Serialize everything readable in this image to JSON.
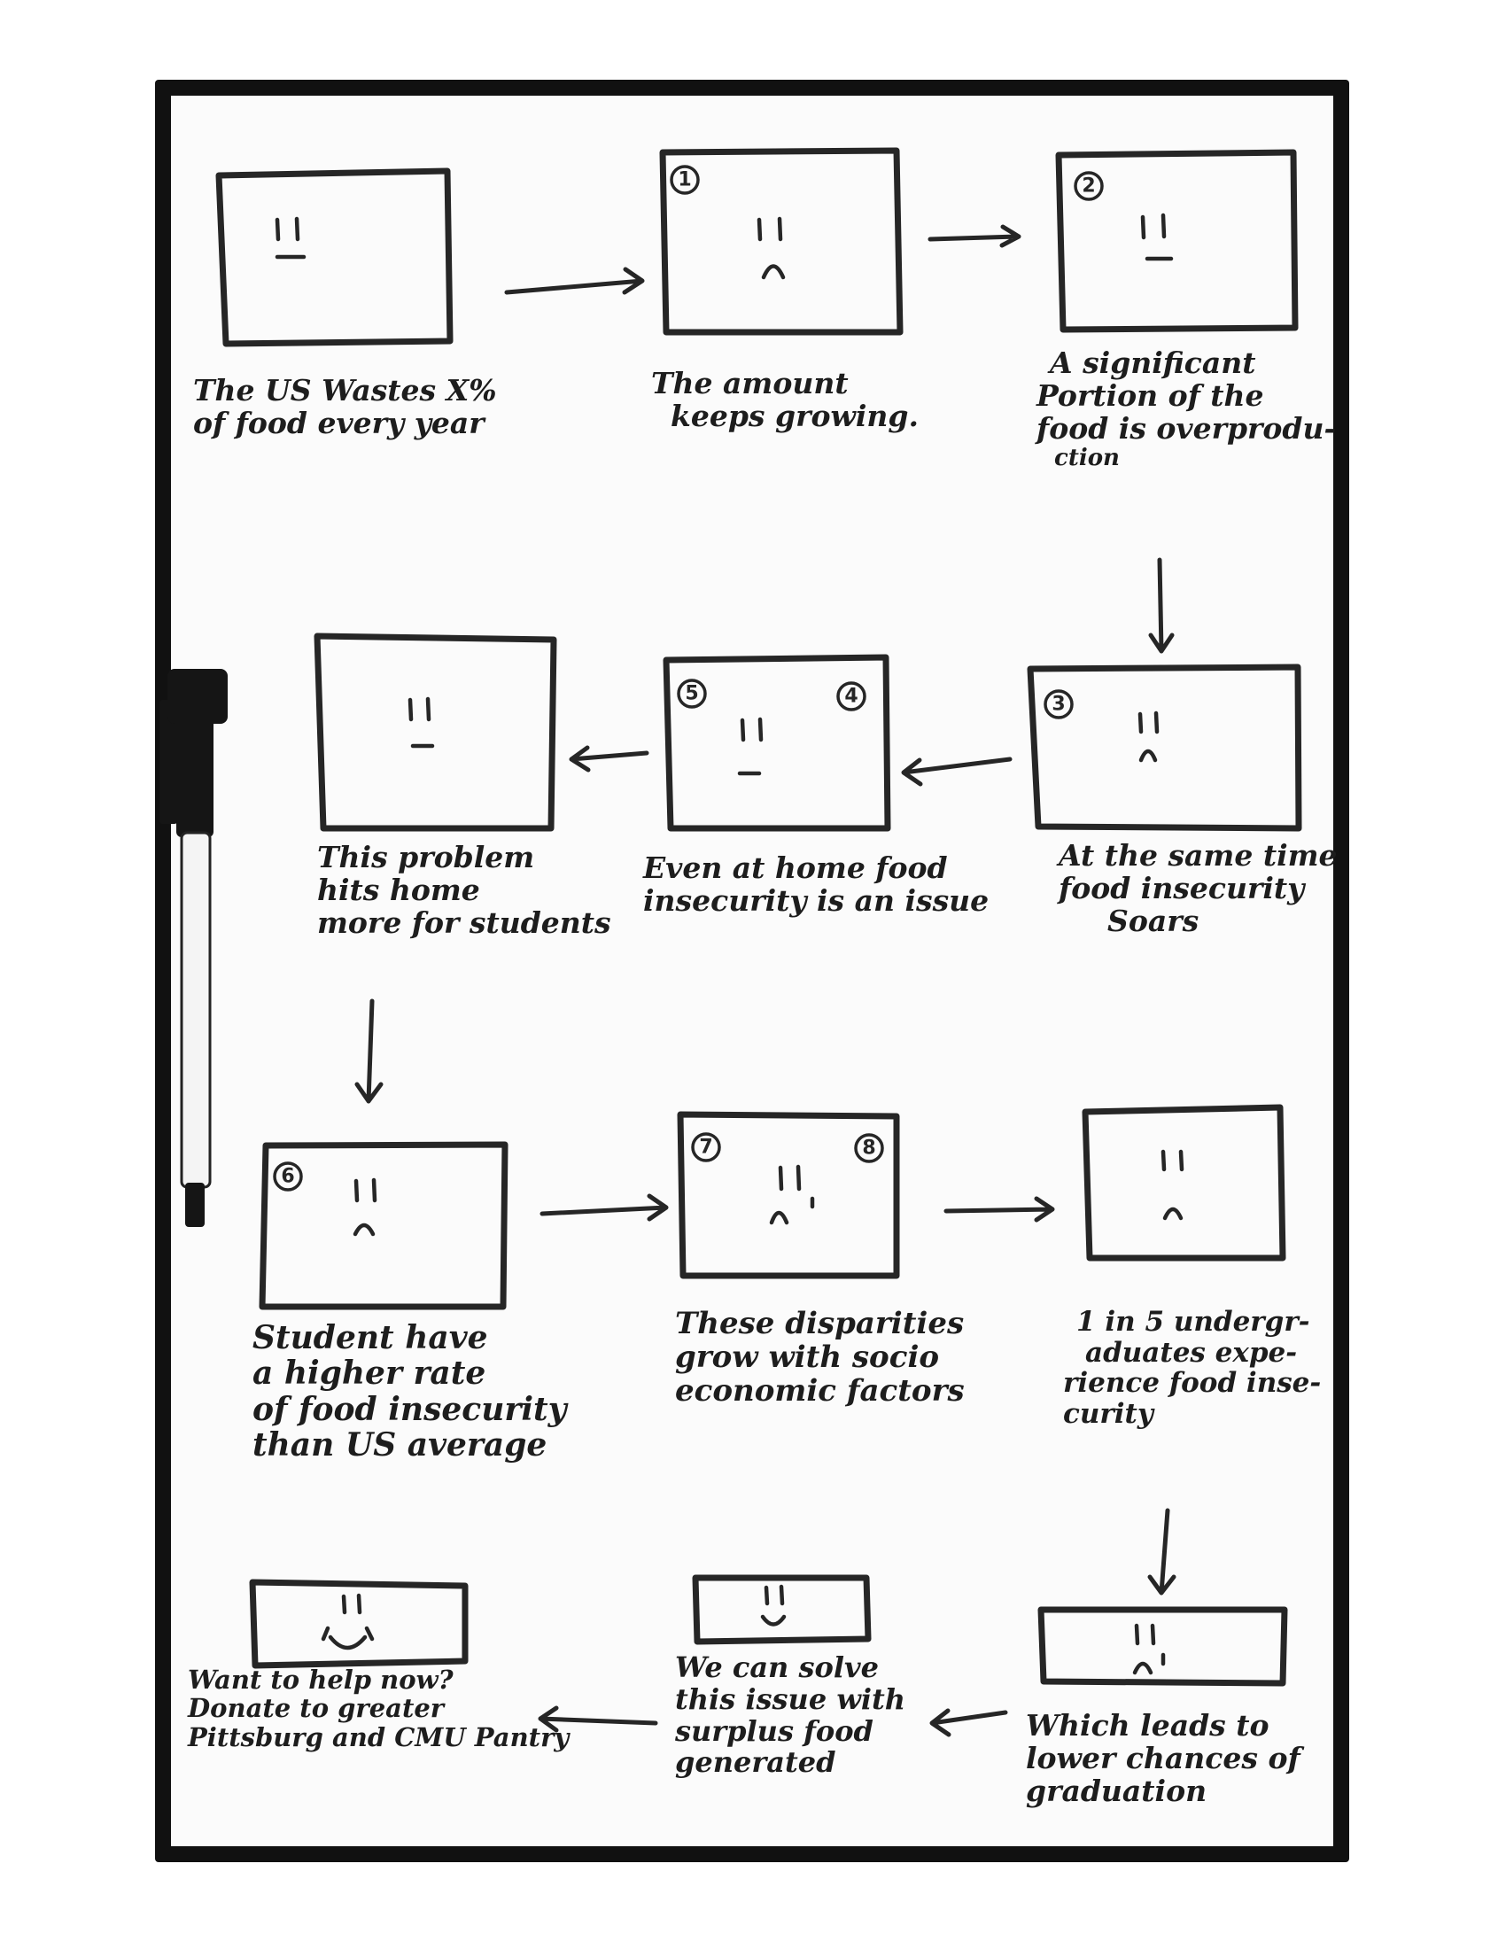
{
  "panels": [
    {
      "id": "p1",
      "badges": [],
      "face": "neutral",
      "caption": [
        "The US Wastes X%",
        "of food every year"
      ]
    },
    {
      "id": "p2",
      "badges": [
        "1"
      ],
      "face": "sad",
      "caption": [
        "The amount",
        "keeps growing."
      ]
    },
    {
      "id": "p3",
      "badges": [
        "2"
      ],
      "face": "neutral",
      "caption": [
        "A significant",
        "Portion of the",
        "food is overprodu-",
        "ction"
      ]
    },
    {
      "id": "p4",
      "badges": [
        "3"
      ],
      "face": "sad",
      "caption": [
        "At the same time",
        "food insecurity",
        "Soars"
      ]
    },
    {
      "id": "p5",
      "badges": [
        "5",
        "4"
      ],
      "face": "neutral",
      "caption": [
        "Even at home food",
        "insecurity is an issue"
      ]
    },
    {
      "id": "p6",
      "badges": [],
      "face": "neutral",
      "caption": [
        "This problem",
        "hits home",
        "more for students"
      ]
    },
    {
      "id": "p7",
      "badges": [
        "6"
      ],
      "face": "sad",
      "caption": [
        "Student have",
        "a higher rate",
        "of food insecurity",
        "than US average"
      ]
    },
    {
      "id": "p8",
      "badges": [
        "7",
        "8"
      ],
      "face": "crying",
      "caption": [
        "These disparities",
        "grow with socio",
        "economic factors"
      ]
    },
    {
      "id": "p9",
      "badges": [],
      "face": "sad",
      "caption": [
        "1 in 5 undergr-",
        "aduates expe-",
        "rience food inse-",
        "curity"
      ]
    },
    {
      "id": "p10",
      "badges": [],
      "face": "crying",
      "caption": [
        "Which leads to",
        "lower chances of",
        "graduation"
      ]
    },
    {
      "id": "p11",
      "badges": [],
      "face": "smile",
      "caption": [
        "We can solve",
        "this issue with",
        "surplus food",
        "generated"
      ]
    },
    {
      "id": "p12",
      "badges": [],
      "face": "big-smile",
      "caption": [
        "Want to help now?",
        "Donate to greater",
        "Pittsburg and CMU Pantry"
      ]
    }
  ],
  "colors": {
    "ink": "#262626",
    "board_frame": "#111111",
    "surface": "#fbfbfb"
  }
}
